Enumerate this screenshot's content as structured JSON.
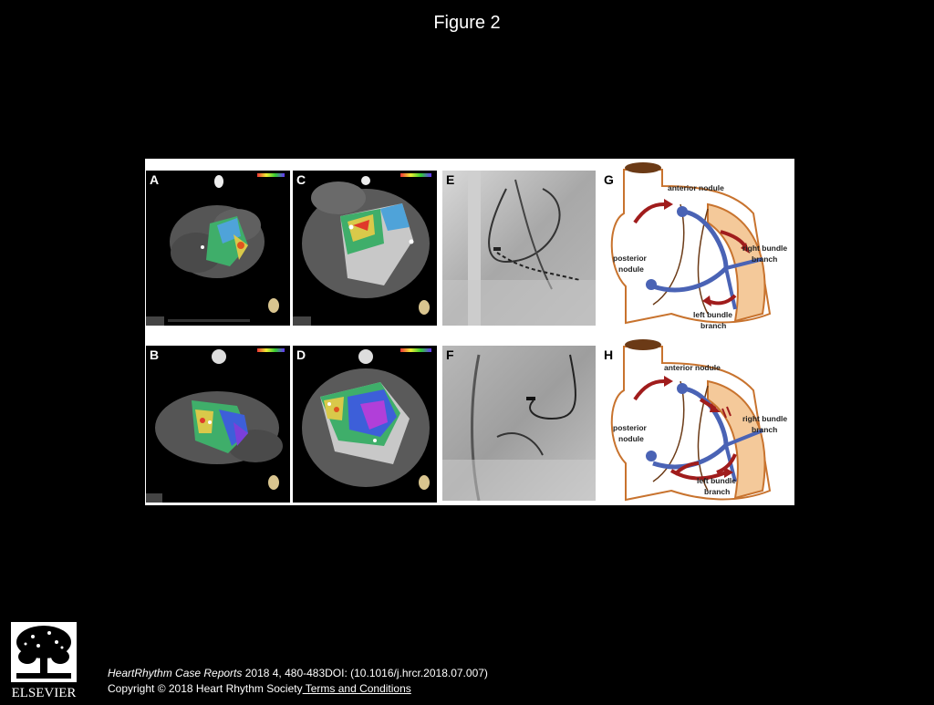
{
  "slide": {
    "title": "Figure 2"
  },
  "figure": {
    "panels": {
      "A": "A",
      "B": "B",
      "C": "C",
      "D": "D",
      "E": "E",
      "F": "F",
      "G": "G",
      "H": "H"
    },
    "schematic": {
      "anterior_nodule": "anterior nodule",
      "posterior": "posterior",
      "nodule": "nodule",
      "right_bundle": "right bundle",
      "branch": "branch",
      "left_bundle": "left bundle"
    }
  },
  "footer": {
    "journal": "HeartRhythm Case Reports",
    "citation_rest": " 2018 4, 480-483DOI: (10.1016/j.hrcr.2018.07.007)",
    "copyright": "Copyright © 2018 Heart Rhythm Society",
    "terms_link": " Terms and Conditions",
    "logo_text": "ELSEVIER"
  },
  "colors": {
    "background": "#000000",
    "heart_fill": "#f4c99a",
    "heart_stroke": "#c8732e",
    "conduction": "#4a63b5",
    "arrow": "#a01c1c"
  }
}
